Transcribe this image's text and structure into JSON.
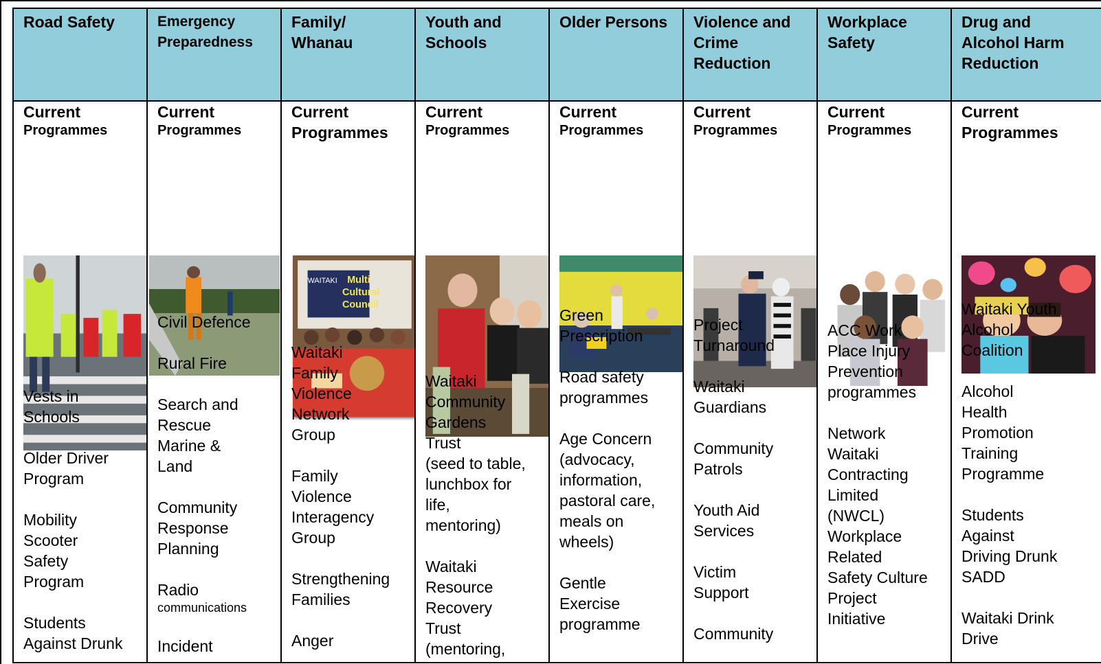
{
  "columns": [
    {
      "header": "Road Safety",
      "subhead": [
        "Current",
        "Programmes"
      ],
      "photo_icon": "road-safety-photo",
      "items": [
        "Vests in\nSchools",
        "Older Driver\nProgram",
        "Mobility\nScooter\nSafety\nProgram",
        "Students\nAgainst Drunk"
      ]
    },
    {
      "header": "Emergency Preparedness",
      "subhead": [
        "Current",
        "Programmes"
      ],
      "photo_icon": "emergency-photo",
      "items": [
        "Civil Defence",
        "Rural Fire",
        "Search and\nRescue\nMarine &\nLand",
        "Community\nResponse\nPlanning",
        "Radio",
        "Incident"
      ],
      "radio_sub": "communications"
    },
    {
      "header": "Family/ Whanau",
      "subhead": [
        "Current",
        "Programmes"
      ],
      "photo_icon": "multicultural-council-photo",
      "photo_sign": [
        "WAITAKI",
        "Multi",
        "Cultural",
        "Council"
      ],
      "items": [
        "Waitaki\nFamily\nViolence\nNetwork\nGroup",
        "Family\nViolence\nInteragency\nGroup",
        "Strengthening\nFamilies",
        "Anger"
      ]
    },
    {
      "header": "Youth and Schools",
      "subhead": [
        "Current",
        "Programmes"
      ],
      "photo_icon": "youth-photo",
      "items": [
        "Waitaki\nCommunity\nGardens\nTrust\n(seed to table,\nlunchbox for\nlife,\nmentoring)",
        "Waitaki\nResource\nRecovery\nTrust\n(mentoring,"
      ]
    },
    {
      "header": "Older Persons",
      "subhead": [
        "Current",
        "Programmes"
      ],
      "photo_icon": "older-persons-photo",
      "items": [
        "Green\nPrescription",
        "Road safety\nprogrammes",
        "Age Concern\n(advocacy,\ninformation,\npastoral care,\nmeals on\nwheels)",
        "Gentle\nExercise\nprogramme"
      ]
    },
    {
      "header": "Violence and Crime Reduction",
      "subhead": [
        "Current",
        "Programmes"
      ],
      "photo_icon": "police-photo",
      "items": [
        "Project\nTurnaround",
        "Waitaki\nGuardians",
        "Community\nPatrols",
        "Youth Aid\nServices",
        "Victim\nSupport",
        "Community"
      ]
    },
    {
      "header": "Workplace Safety",
      "subhead": [
        "Current",
        "Programmes"
      ],
      "photo_icon": "workplace-photo",
      "items": [
        "ACC Work\nPlace Injury\nPrevention\nprogrammes",
        "Network\nWaitaki\nContracting\nLimited\n(NWCL)\nWorkplace\nRelated\nSafety Culture\nProject\nInitiative"
      ]
    },
    {
      "header": "Drug and Alcohol Harm Reduction",
      "subhead": [
        "Current",
        "Programmes"
      ],
      "photo_icon": "alcohol-party-photo",
      "items": [
        "Waitaki Youth\nAlcohol\nCoalition",
        "Alcohol\nHealth\nPromotion\nTraining\nProgramme",
        "Students\nAgainst\nDriving Drunk\nSADD",
        "Waitaki Drink\nDrive"
      ]
    }
  ]
}
